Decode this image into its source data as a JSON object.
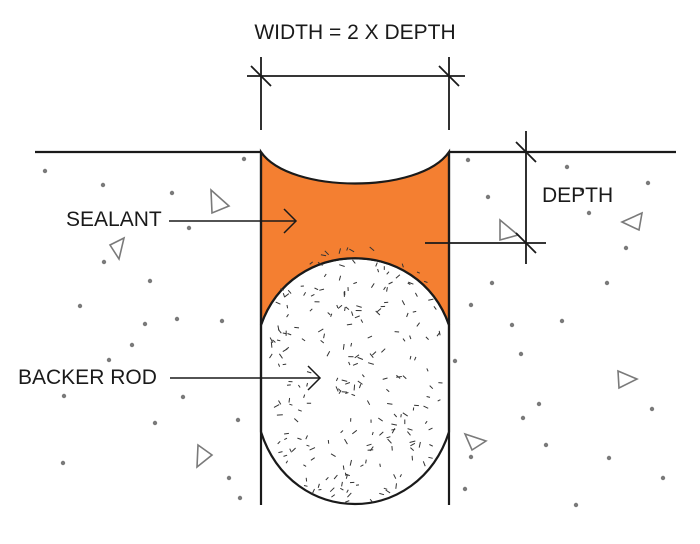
{
  "labels": {
    "width_dimension": "WIDTH = 2 X DEPTH",
    "depth_dimension": "DEPTH",
    "sealant": "SEALANT",
    "backer_rod": "BACKER ROD"
  },
  "colors": {
    "sealant": "#F47F31",
    "line": "#1a1a1a",
    "aggregate": "#7a7a7a",
    "background": "#ffffff"
  },
  "proportions": {
    "width_to_depth_ratio": 2
  }
}
